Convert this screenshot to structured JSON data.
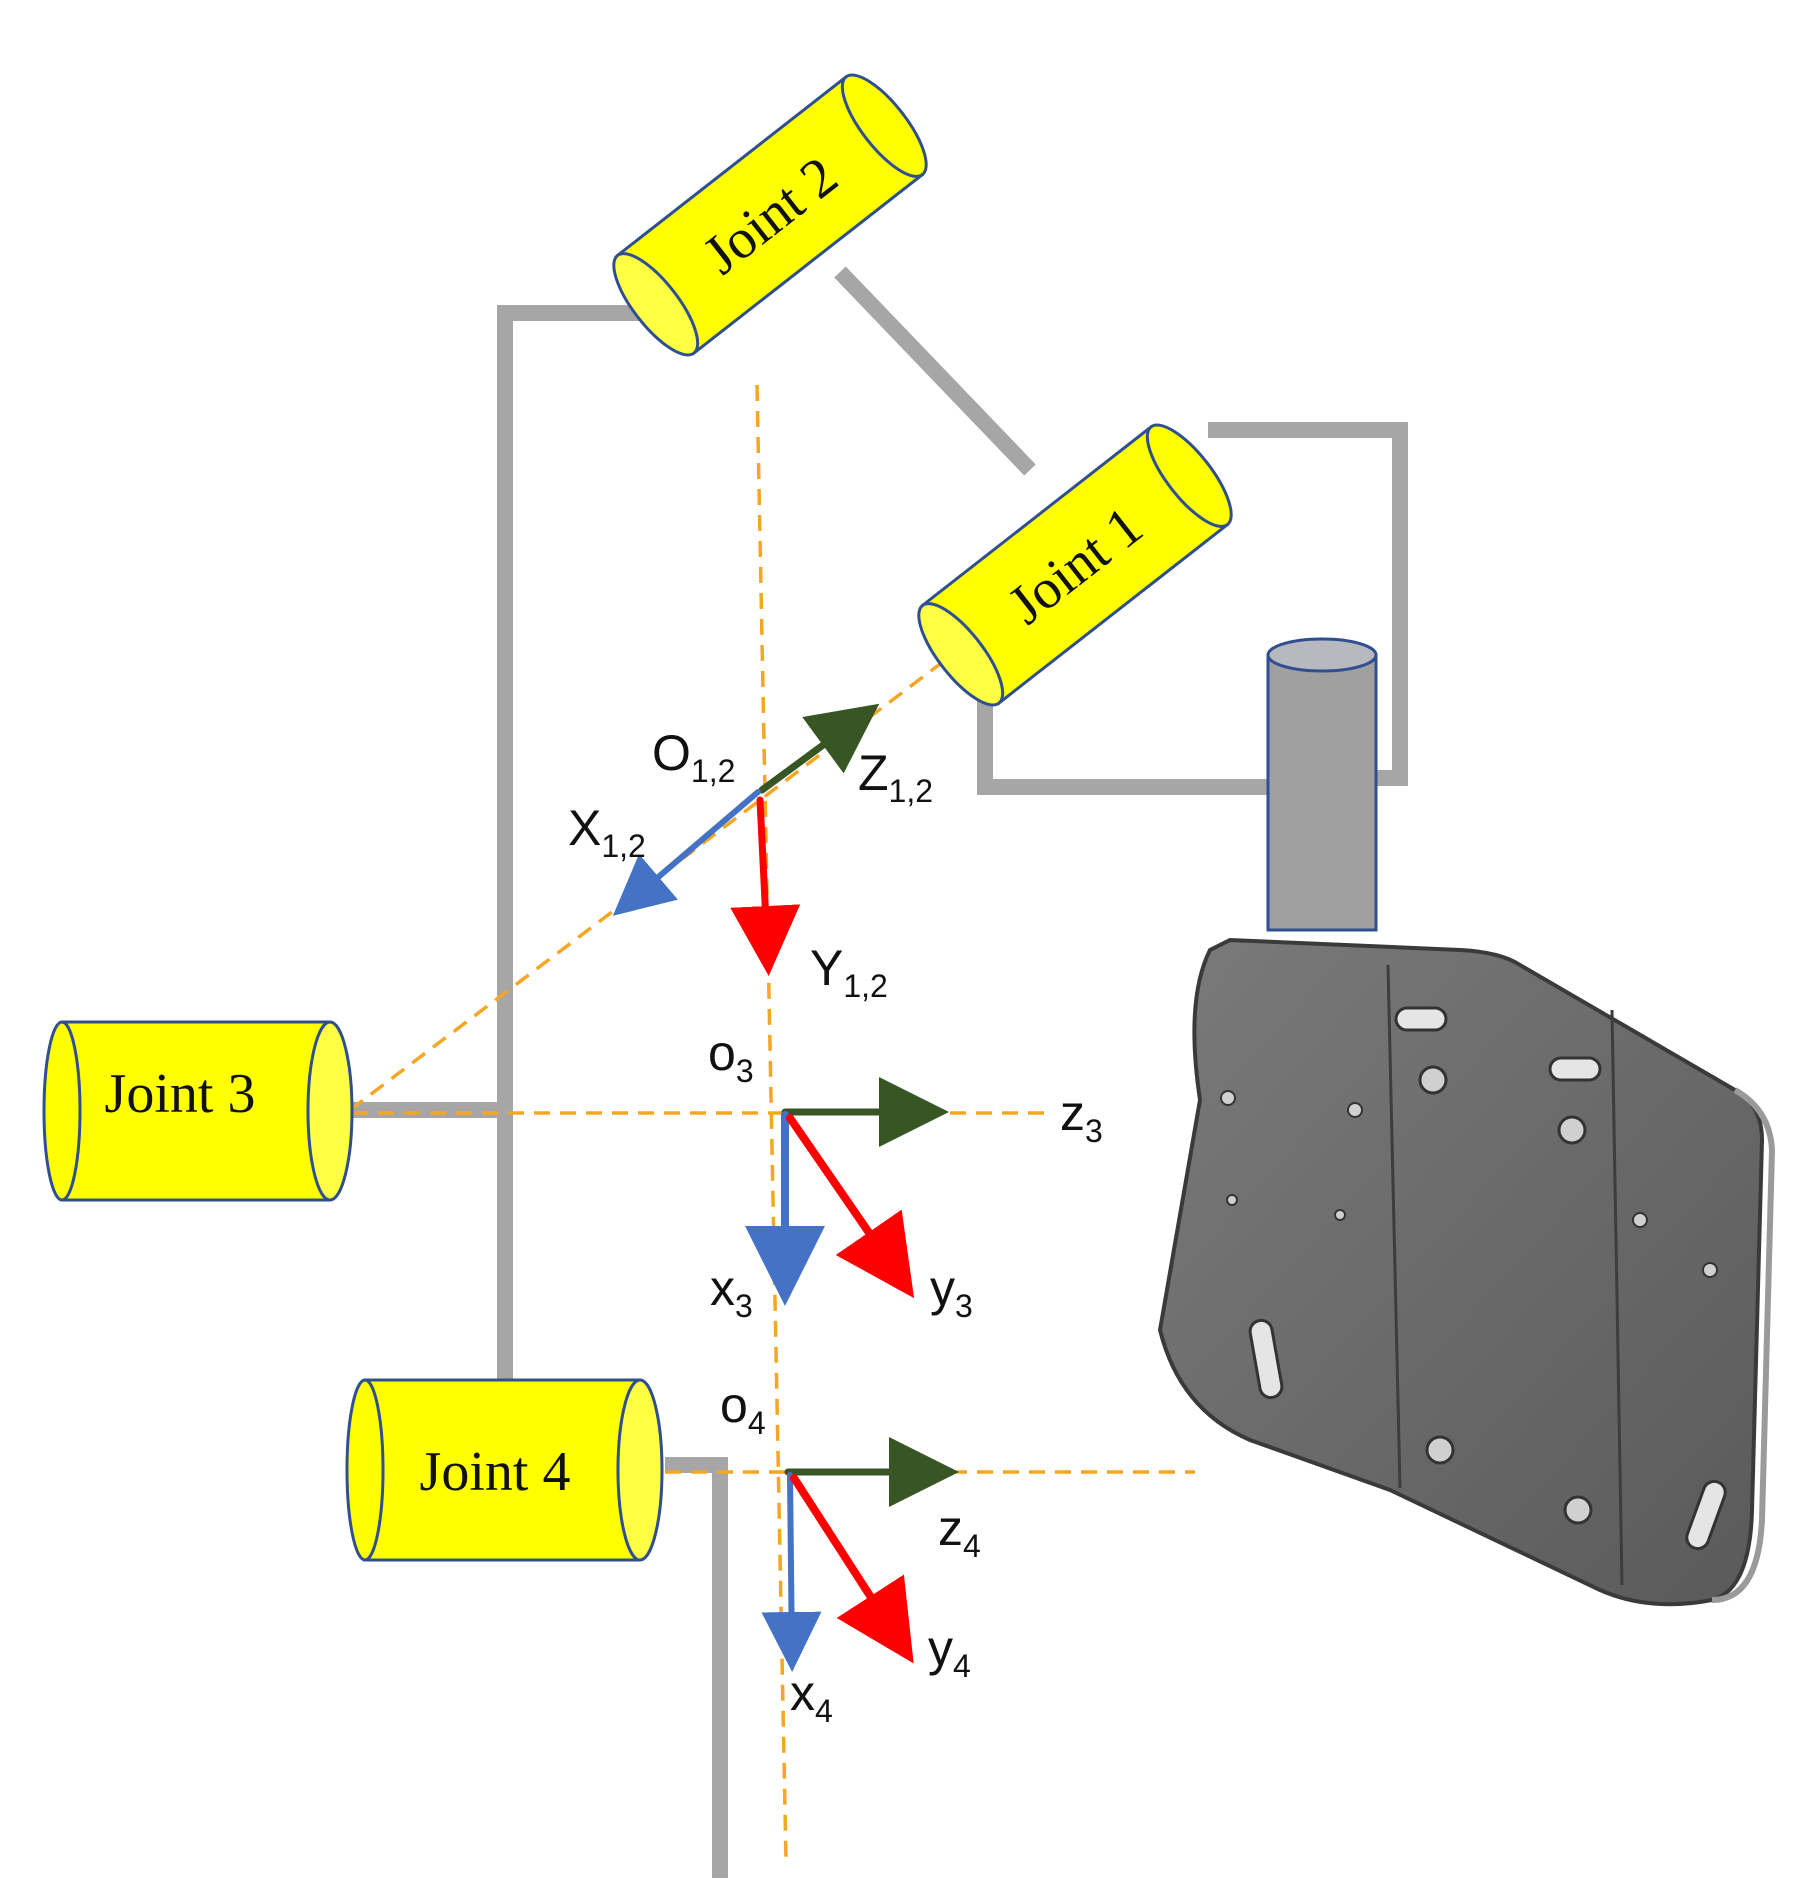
{
  "joints": [
    {
      "id": "joint-1",
      "label": "Joint 1"
    },
    {
      "id": "joint-2",
      "label": "Joint 2"
    },
    {
      "id": "joint-3",
      "label": "Joint 3"
    },
    {
      "id": "joint-4",
      "label": "Joint 4"
    }
  ],
  "frames": {
    "o12": {
      "base": "O",
      "sub": "1,2"
    },
    "z12": {
      "base": "Z",
      "sub": "1,2"
    },
    "x12": {
      "base": "X",
      "sub": "1,2"
    },
    "y12": {
      "base": "Y",
      "sub": "1,2"
    },
    "o3": {
      "base": "o",
      "sub": "3"
    },
    "z3": {
      "base": "z",
      "sub": "3"
    },
    "x3": {
      "base": "x",
      "sub": "3"
    },
    "y3": {
      "base": "y",
      "sub": "3"
    },
    "o4": {
      "base": "o",
      "sub": "4"
    },
    "z4": {
      "base": "z",
      "sub": "4"
    },
    "x4": {
      "base": "x",
      "sub": "4"
    },
    "y4": {
      "base": "y",
      "sub": "4"
    }
  },
  "colors": {
    "joint_fill": "#ffff00",
    "joint_stroke": "#2f4f8f",
    "link": "#a6a6a6",
    "dashed_axis": "#f5a623",
    "x_axis": "#4472c4",
    "y_axis": "#ff0000",
    "z_axis": "#375623",
    "plate": "#6b6b6b",
    "post": "#a0a0a0"
  }
}
